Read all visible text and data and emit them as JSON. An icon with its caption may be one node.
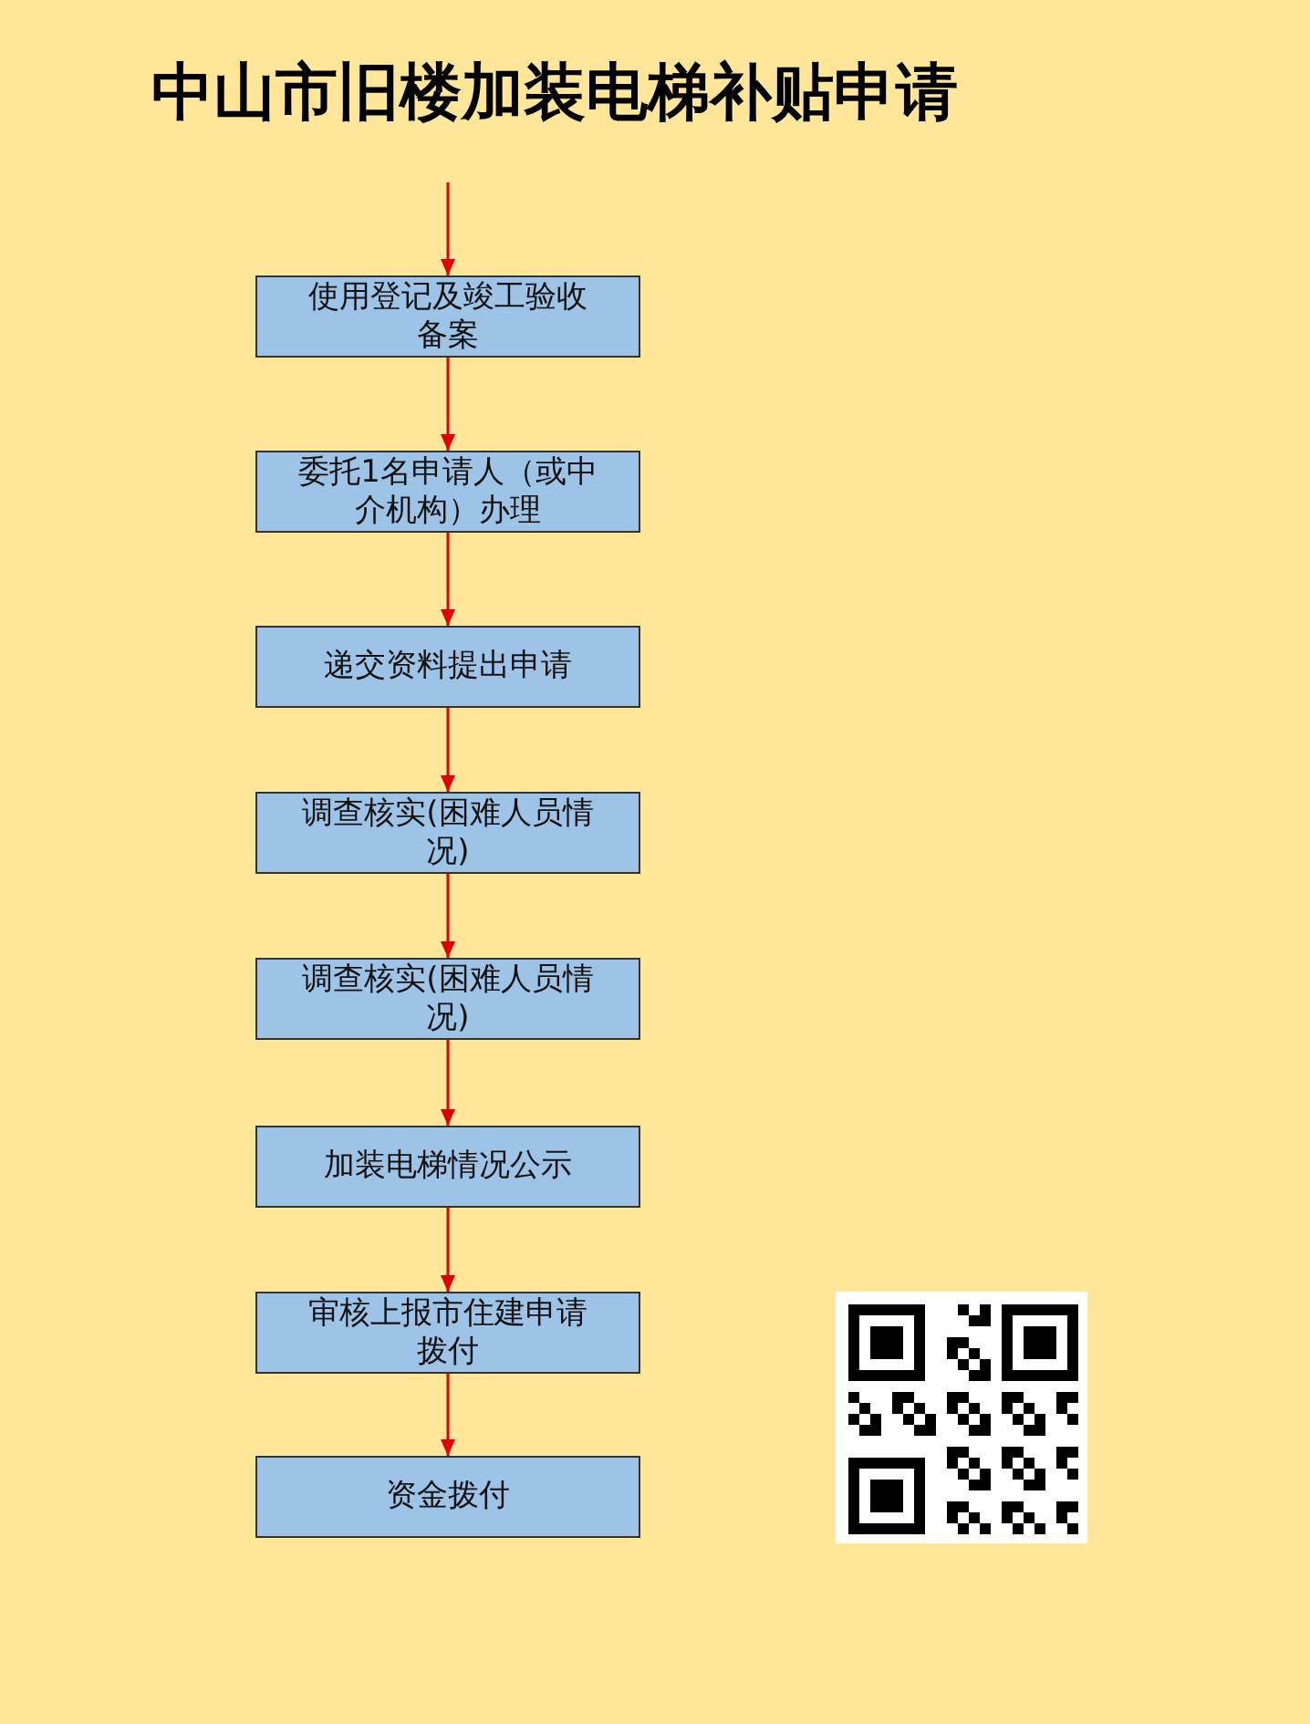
{
  "diagram": {
    "title": "中山市旧楼加装电梯补贴申请",
    "nodes": [
      {
        "text": [
          "使用登记及竣工验收备案"
        ]
      },
      {
        "text": [
          "委托1名申请人（或中介机构）办理"
        ]
      },
      {
        "text": [
          "递交资料提出申请"
        ]
      },
      {
        "text": [
          "调查核实(困难人员情况)"
        ]
      },
      {
        "text": [
          "调查核实(困难人员情况)"
        ]
      },
      {
        "text": [
          "加装电梯情况公示"
        ]
      },
      {
        "text": [
          "审核上报市住建申请拨付"
        ]
      },
      {
        "text": [
          "资金拨付"
        ]
      }
    ],
    "edges": [
      {
        "from": null,
        "to": 0,
        "arrow": "to"
      },
      {
        "from": 0,
        "to": 1,
        "arrow": "to"
      },
      {
        "from": 1,
        "to": 2,
        "arrow": "to"
      },
      {
        "from": 2,
        "to": 3,
        "arrow": "to"
      },
      {
        "from": 3,
        "to": 4,
        "arrow": "to"
      },
      {
        "from": 4,
        "to": 5,
        "arrow": "to"
      },
      {
        "from": 5,
        "to": 6,
        "arrow": "to"
      },
      {
        "from": 6,
        "to": 7,
        "arrow": "to"
      }
    ]
  }
}
